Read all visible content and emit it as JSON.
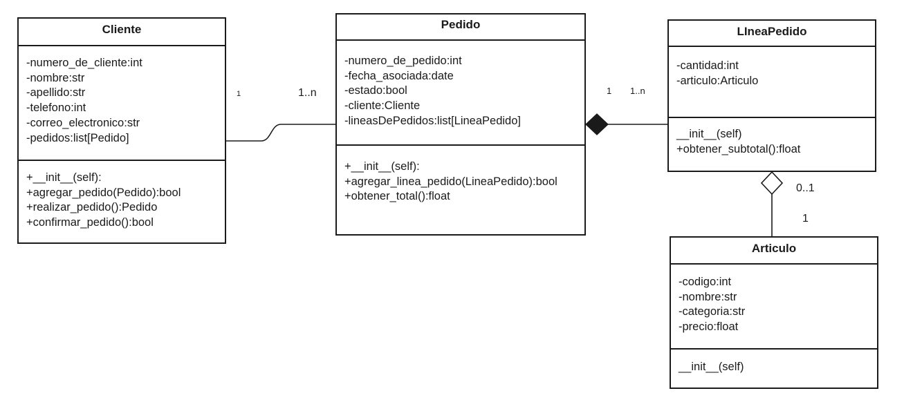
{
  "classes": {
    "cliente": {
      "name": "Cliente",
      "attributes": [
        "-numero_de_cliente:int",
        "-nombre:str",
        "-apellido:str",
        "-telefono:int",
        "-correo_electronico:str",
        "-pedidos:list[Pedido]"
      ],
      "methods": [
        "+__init__(self):",
        "+agregar_pedido(Pedido):bool",
        "+realizar_pedido():Pedido",
        "+confirmar_pedido():bool"
      ]
    },
    "pedido": {
      "name": "Pedido",
      "attributes": [
        "-numero_de_pedido:int",
        "-fecha_asociada:date",
        "-estado:bool",
        "-cliente:Cliente",
        "-lineasDePedidos:list[LineaPedido]"
      ],
      "methods": [
        "+__init__(self):",
        "+agregar_linea_pedido(LineaPedido):bool",
        "+obtener_total():float"
      ]
    },
    "lineapedido": {
      "name": "LIneaPedido",
      "attributes": [
        "-cantidad:int",
        "-articulo:Articulo"
      ],
      "methods": [
        "__init__(self)",
        "+obtener_subtotal():float"
      ]
    },
    "articulo": {
      "name": "Articulo",
      "attributes": [
        "-codigo:int",
        "-nombre:str",
        "-categoria:str",
        "-precio:float"
      ],
      "methods": [
        "__init__(self)"
      ]
    }
  },
  "relations": {
    "cliente_pedido": {
      "type": "association",
      "mult_a": "1",
      "mult_b": "1..n"
    },
    "pedido_lineapedido": {
      "type": "composition",
      "mult_a": "1",
      "mult_b": "1..n"
    },
    "lineapedido_articulo": {
      "type": "aggregation",
      "mult_a": "0..1",
      "mult_b": "1"
    }
  },
  "colors": {
    "line": "#1a1a1a",
    "background": "#ffffff"
  }
}
